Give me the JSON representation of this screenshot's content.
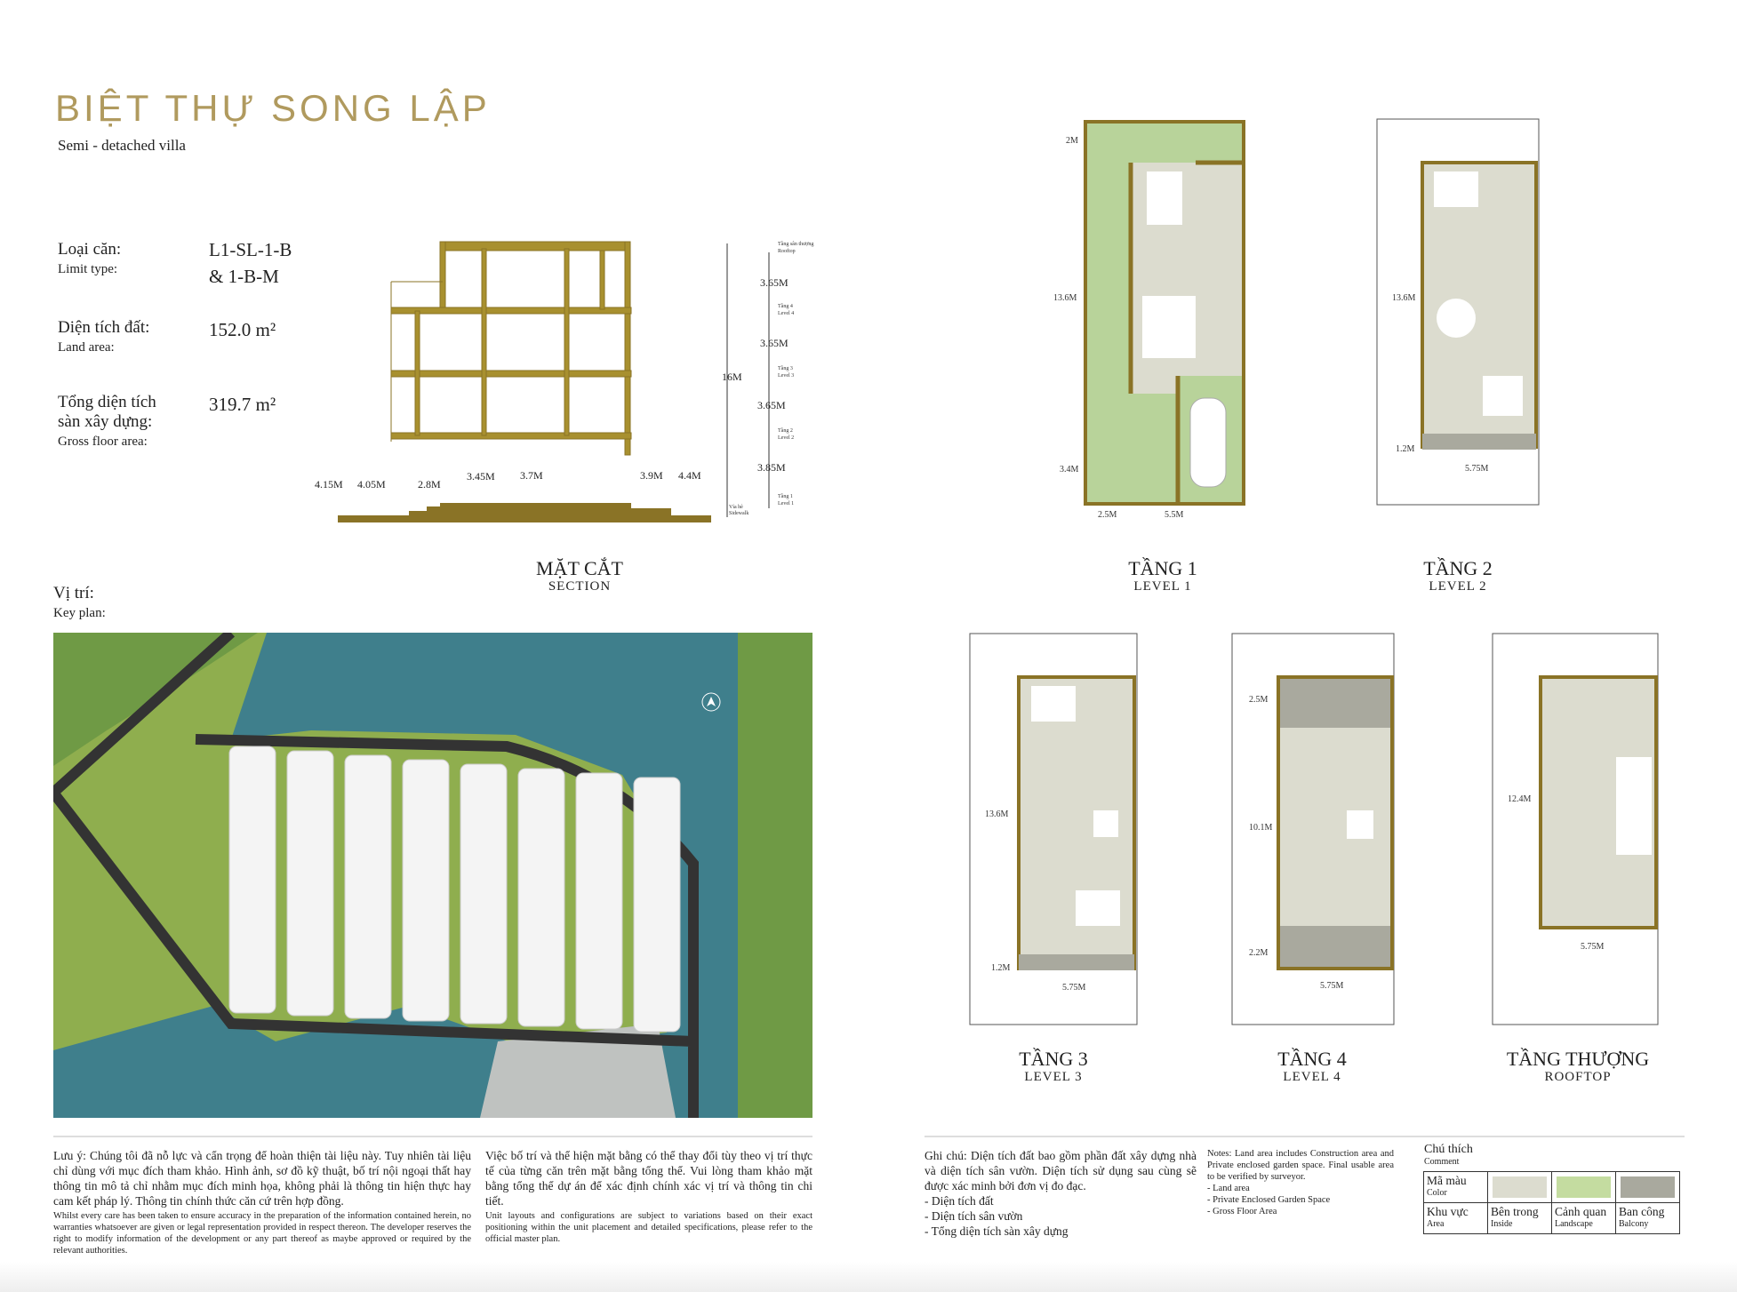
{
  "header": {
    "title": "BIỆT THỰ SONG LẬP",
    "subtitle": "Semi - detached villa"
  },
  "specs": [
    {
      "label": "Loại căn:",
      "label_en": "Limit type:",
      "value": "L1-SL-1-B",
      "value2": "& 1-B-M"
    },
    {
      "label": "Diện tích đất:",
      "label_en": "Land area:",
      "value": "152.0 m²"
    },
    {
      "label": "Tổng diện tích",
      "label2": "sàn xây dựng:",
      "label_en": "Gross floor area:",
      "value": "319.7 m²"
    }
  ],
  "section": {
    "title": "MẶT CẮT",
    "title_en": "SECTION",
    "dims": [
      "4.15M",
      "4.05M",
      "2.8M",
      "3.45M",
      "3.7M",
      "3.9M",
      "4.4M"
    ],
    "heights": [
      "3.65M",
      "3.65M",
      "3.65M",
      "3.85M"
    ],
    "total": "16M",
    "levels": [
      [
        "Tầng sân thượng",
        "Rooftop"
      ],
      [
        "Tầng 4",
        "Level 4"
      ],
      [
        "Tầng 3",
        "Level 3"
      ],
      [
        "Tầng 2",
        "Level 2"
      ],
      [
        "Tầng 1",
        "Level 1"
      ]
    ],
    "sidewalk": [
      "Vỉa hè",
      "Sidewalk"
    ]
  },
  "plans": [
    {
      "title": "TẦNG 1",
      "title_en": "LEVEL 1",
      "dims": [
        "2M",
        "13.6M",
        "3.4M",
        "2.5M",
        "5.5M"
      ]
    },
    {
      "title": "TẦNG 2",
      "title_en": "LEVEL 2",
      "dims": [
        "13.6M",
        "1.2M",
        "5.75M"
      ]
    },
    {
      "title": "TẦNG 3",
      "title_en": "LEVEL 3",
      "dims": [
        "13.6M",
        "1.2M",
        "5.75M"
      ]
    },
    {
      "title": "TẦNG 4",
      "title_en": "LEVEL 4",
      "dims": [
        "2.5M",
        "10.1M",
        "2.2M",
        "5.75M"
      ]
    },
    {
      "title": "TẦNG THƯỢNG",
      "title_en": "ROOFTOP",
      "dims": [
        "12.4M",
        "5.75M"
      ]
    }
  ],
  "keyplan": {
    "label": "Vị trí:",
    "label_en": "Key plan:"
  },
  "notes": {
    "disclaimer_vi": "Lưu ý: Chúng tôi đã nỗ lực và cẩn trọng để hoàn thiện tài liệu này. Tuy nhiên tài liệu chỉ dùng với mục đích tham khảo. Hình ảnh, sơ đồ kỹ thuật, bố trí nội ngoại thất hay thông tin mô tả chỉ nhằm mục đích minh họa, không phải là thông tin hiện thực hay cam kết pháp lý. Thông tin chính thức căn cứ trên hợp đồng.",
    "disclaimer_en": "Whilst every care has been taken to ensure accuracy in the preparation of the information contained herein, no warranties whatsoever are given or legal representation provided in respect thereon. The developer reserves the right to modify information of the development or any part thereof as maybe approved or required by the relevant authorities.",
    "layout_vi": "Việc bố trí và thể hiện mặt bằng có thể thay đổi tùy theo vị trí thực tế của từng căn trên mặt bằng tổng thể. Vui lòng tham khảo mặt bằng tổng thể dự án để xác định chính xác vị trí và thông tin chi tiết.",
    "layout_en": "Unit layouts and configurations are subject to variations based on their exact positioning within the unit placement and detailed specifications, please refer to the official master plan.",
    "area_vi": "Ghi chú: Diện tích đất bao gồm phần đất xây dựng nhà và diện tích sân vườn. Diện tích sử dụng sau cùng sẽ được xác minh bởi đơn vị đo đạc.",
    "area_vi_items": [
      "- Diện tích đất",
      "- Diện tích sân vườn",
      "- Tổng diện tích sàn xây dựng"
    ],
    "area_en": "Notes: Land area includes Construction area and Private enclosed garden space. Final usable area to be verified by surveyor.",
    "area_en_items": [
      "- Land area",
      "- Private Enclosed Garden Space",
      "- Gross Floor Area"
    ]
  },
  "legend": {
    "title": "Chú thích",
    "title_en": "Comment",
    "row1": "Mã màu",
    "row1_en": "Color",
    "row2": "Khu vực",
    "row2_en": "Area",
    "items": [
      {
        "label": "Bên trong",
        "label_en": "Inside",
        "color": "#dcdccf"
      },
      {
        "label": "Cảnh quan",
        "label_en": "Landscape",
        "color": "#c4dca0"
      },
      {
        "label": "Ban công",
        "label_en": "Balcony",
        "color": "#a9a99e"
      }
    ]
  },
  "colors": {
    "gold": "#b09a5e",
    "wall": "#8a7326",
    "water": "#3f7f8c",
    "green": "#8fae4e"
  }
}
